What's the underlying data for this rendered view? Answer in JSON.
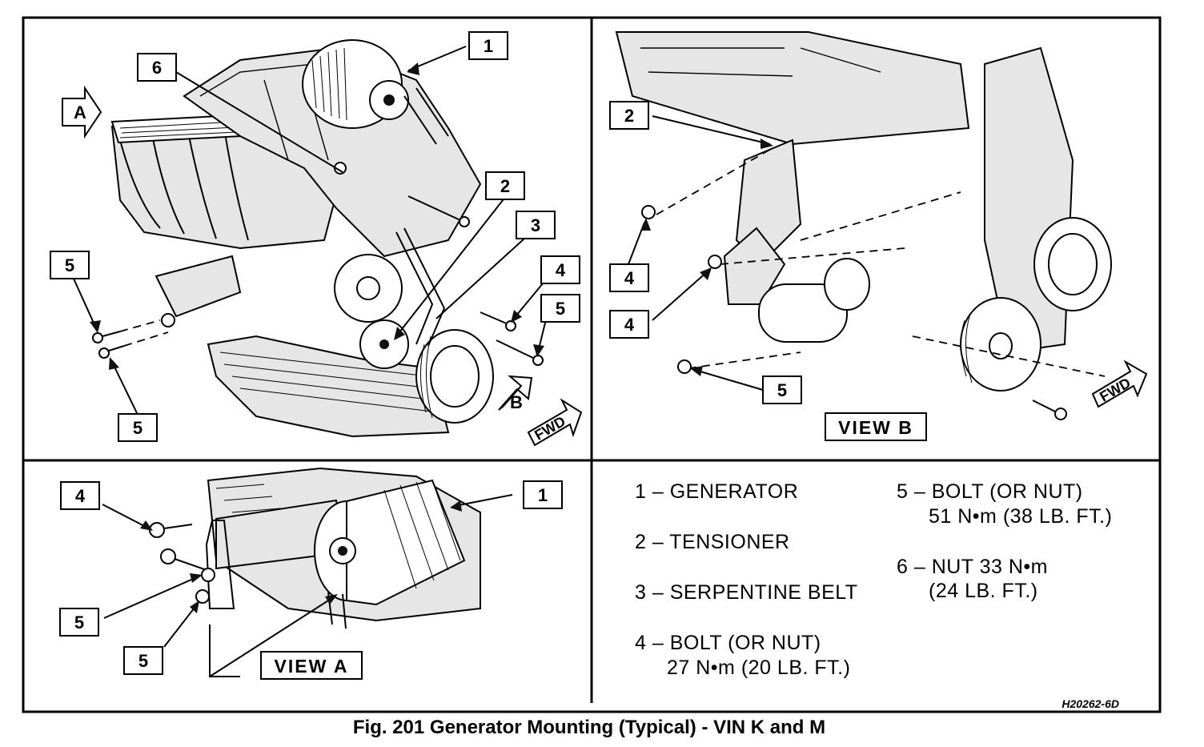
{
  "callouts": {
    "n1": "1",
    "n2": "2",
    "n3": "3",
    "n4": "4",
    "n5": "5",
    "n6": "6",
    "arrow_a": "A",
    "arrow_b": "B",
    "fwd": "FWD"
  },
  "views": {
    "view_a": "VIEW  A",
    "view_b": "VIEW  B"
  },
  "legend": {
    "item1": "1 – GENERATOR",
    "item2": "2 – TENSIONER",
    "item3": "3 – SERPENTINE BELT",
    "item4_line1": "4 – BOLT (OR NUT)",
    "item4_line2": "27 N•m  (20 LB. FT.)",
    "item5_line1": "5 – BOLT (OR NUT)",
    "item5_line2": "51 N•m  (38 LB. FT.)",
    "item6_line1": "6 – NUT 33 N•m",
    "item6_line2": "(24 LB. FT.)"
  },
  "figure_code": "H20262-6D",
  "caption": "Fig. 201 Generator Mounting (Typical) - VIN K and M"
}
